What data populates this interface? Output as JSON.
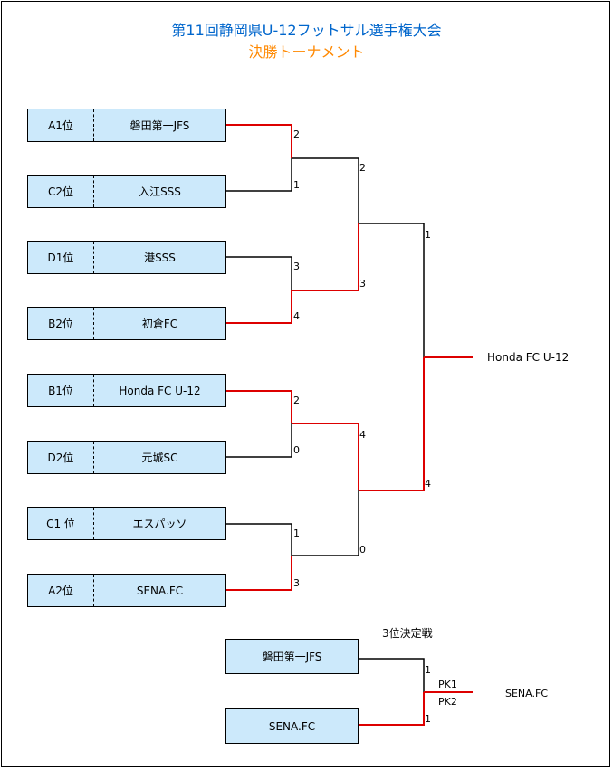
{
  "title": {
    "line1": "第11回静岡県U-12フットサル選手権大会",
    "line2": "決勝トーナメント",
    "line1_color": "#0066cc",
    "line2_color": "#ff8800"
  },
  "teams": [
    {
      "seed": "A1位",
      "name": "磐田第一JFS"
    },
    {
      "seed": "C2位",
      "name": "入江SSS"
    },
    {
      "seed": "D1位",
      "name": "港SSS"
    },
    {
      "seed": "B2位",
      "name": "初倉FC"
    },
    {
      "seed": "B1位",
      "name": "Honda FC U-12"
    },
    {
      "seed": "D2位",
      "name": "元城SC"
    },
    {
      "seed": "C1 位",
      "name": "エスパッソ"
    },
    {
      "seed": "A2位",
      "name": "SENA.FC"
    }
  ],
  "round1_scores": [
    "2",
    "1",
    "3",
    "4",
    "2",
    "0",
    "1",
    "3"
  ],
  "semifinal_scores": [
    "2",
    "3",
    "4",
    "0"
  ],
  "final_scores": [
    "1",
    "4"
  ],
  "champion": "Honda FC U-12",
  "third_place": {
    "title": "3位決定戦",
    "teams": [
      "磐田第一JFS",
      "SENA.FC"
    ],
    "scores": [
      "1",
      "1"
    ],
    "pk": [
      "PK1",
      "PK2"
    ],
    "winner": "SENA.FC"
  },
  "colors": {
    "winner_line": "#dd0000",
    "loser_line": "#000000",
    "team_box_fill": "#cce9fb"
  }
}
